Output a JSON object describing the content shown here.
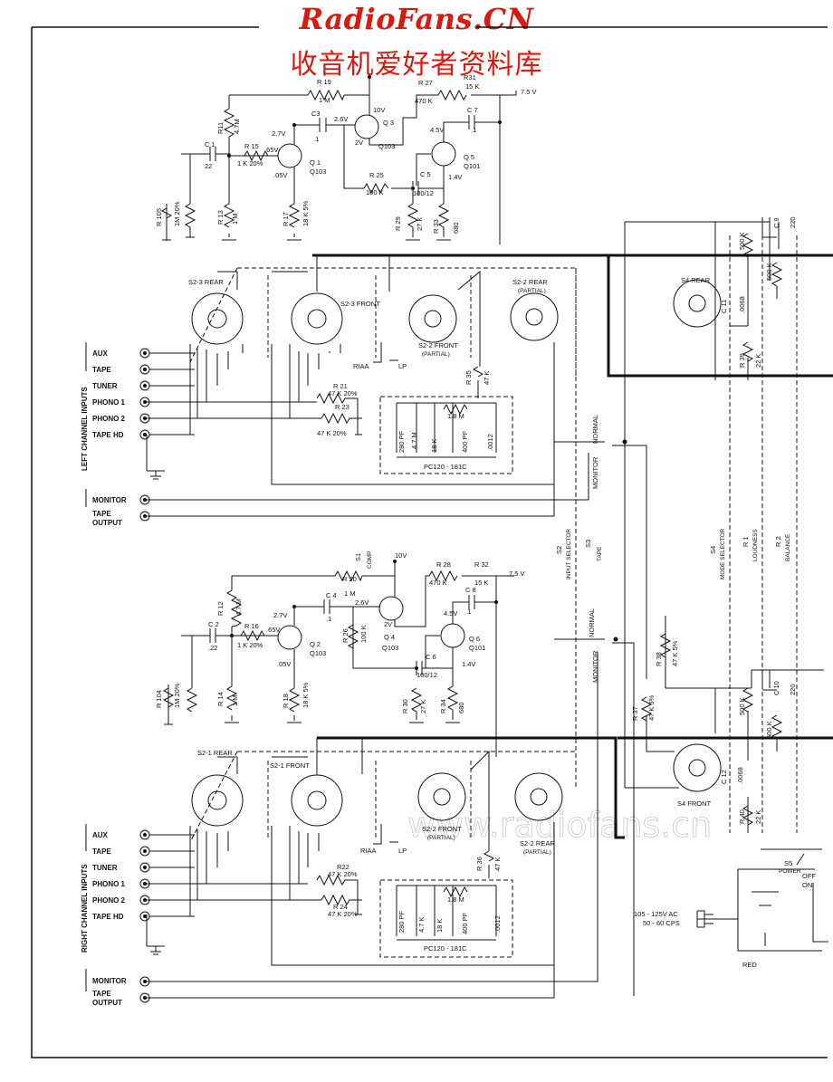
{
  "header": {
    "site": "RadioFans.CN",
    "subtitle": "收音机爱好者资料库"
  },
  "watermark": "www.radiofans.cn",
  "colors": {
    "header": "#d81b10",
    "ink": "#111111",
    "paper": "#ffffff"
  },
  "left_channel": {
    "group_label": "LEFT CHANNEL INPUTS",
    "inputs": [
      "AUX",
      "TAPE",
      "TUNER",
      "PHONO 1",
      "PHONO 2",
      "TAPE HD"
    ],
    "monitor": "MONITOR",
    "tape_output": [
      "TAPE",
      "OUTPUT"
    ],
    "labels": {
      "r19": "R 19",
      "r19v": "1 M",
      "r11": "R11",
      "r11v": "4.7M",
      "c1": "C 1",
      "c1v": "22",
      "c3": "C3",
      "c3v": ".1",
      "r15": "R 15",
      "r15v": "1 K 20%",
      "r13": "R 13",
      "r13v": "1 M",
      "r105": "R 105",
      "r105v": "1M 20%",
      "r17": "R 17",
      "r17v": "18 K 5%",
      "q1": "Q 1",
      "q1t": "Q103",
      "q3": "Q 3",
      "q3t": "Q103",
      "q5": "Q 5",
      "q5t": "Q101",
      "r25": "R 25",
      "r25v": "100 K",
      "r27": "R 27",
      "r27v": "470 K",
      "r31": "R31",
      "r31v": "15 K",
      "c7": "C 7",
      "c7v": ".1",
      "c5": "C 5",
      "c5v": "100/12",
      "r29": "R 29",
      "r29v": "27 K",
      "r33": "R 33",
      "r33v": "680",
      "v10": "10V",
      "v27": "2.7V",
      "v26": "2.6V",
      "v2": "2V",
      "v65": ".65V",
      "v05": ".05V",
      "v45": "4.5V",
      "v14": "1.4V",
      "v75": "7.5 V",
      "s2_3_rear": "S2-3 REAR",
      "s2_3_front": "S2-3 FRONT",
      "s2_2_front": "S2-2 FRONT",
      "partial": "(PARTIAL)",
      "s2_2_rear": "S2-2 REAR",
      "riaa": "RIAA",
      "lp": "LP",
      "r35": "R 35",
      "r35v": "47 K",
      "r21": "R 21",
      "r21v": "47 K 20%",
      "r23": "R 23",
      "r23v": "47 K 20%",
      "c280": "280 PF",
      "r47": "4.7 M",
      "r18": "18 K",
      "c400": "400 PF",
      "c0012": ".0012",
      "r1_8": "1.8 M",
      "pc": "PC120 - 181C",
      "normal": "NORMAL",
      "monitor_sw": "MONITOR"
    }
  },
  "right_channel": {
    "group_label": "RIGHT CHANNEL INPUTS",
    "inputs": [
      "AUX",
      "TAPE",
      "TUNER",
      "PHONO 1",
      "PHONO 2",
      "TAPE HD"
    ],
    "monitor": "MONITOR",
    "tape_output": [
      "TAPE",
      "OUTPUT"
    ],
    "labels": {
      "r20": "R 20",
      "r20v": "1 M",
      "r12": "R 12",
      "r12v": "4.7 M",
      "c2": "C 2",
      "c2v": ".22",
      "c4": "C 4",
      "c4v": ".1",
      "r16": "R 16",
      "r16v": "1 K 20%",
      "r14": "R 14",
      "r14v": "1 M",
      "r104": "R 104",
      "r104v": "1M 20%",
      "r18": "R 18",
      "r18v": "18 K 5%",
      "q2": "Q 2",
      "q2t": "Q103",
      "q4": "Q 4",
      "q4t": "Q103",
      "q6": "Q 6",
      "q6t": "Q101",
      "r26": "R 26",
      "r26v": "100 K",
      "r28": "R 28",
      "r28v": "470 K",
      "r32": "R 32",
      "r32v": "15 K",
      "c8": "C 8",
      "c8v": ".1",
      "c6": "C 6",
      "c6v": "100/12",
      "r30": "R 30",
      "r30v": "27 K",
      "r34": "R 34",
      "r34v": "680",
      "v10": "10V",
      "v27": "2.7V",
      "v26": "2.6V",
      "v2": "2V",
      "v65": ".65V",
      "v05": ".05V",
      "v45": "4.5V",
      "v14": "1.4V",
      "v75": "7.5 V",
      "s2_1_rear": "S2-1 REAR",
      "s2_1_front": "S2-1 FRONT",
      "s2_2_front": "S2-2 FRONT",
      "partial": "(PARTIAL)",
      "s2_2_rear": "S2-2 REAR",
      "riaa": "RIAA",
      "lp": "LP",
      "r36": "R 36",
      "r36v": "47 K",
      "r22": "R22",
      "r22v": "47 K 20%",
      "r24": "R 24",
      "r24v": "47 K 20%",
      "c280": "280 PF",
      "r47": "4.7 K",
      "r18k": "18 K",
      "c400": "400 PF",
      "c0012": ".0012",
      "r1_8": "1.8 M",
      "pc": "PC120 - 181C",
      "normal": "NORMAL",
      "monitor_sw": "MONITOR"
    }
  },
  "switches": {
    "s1": "S1",
    "s1n": "COMP",
    "s2": "S2",
    "s2n": "INPUT SELECTOR",
    "s3": "S3",
    "s3n": "TAPE",
    "s4": "S4",
    "s4n": "MODE SELECTOR",
    "r1": "R 1",
    "r1n": "LOUDNESS",
    "r2": "R 2",
    "r2n": "BALANCE",
    "s4_rear": "S4 REAR",
    "s4_front": "S4 FRONT",
    "s5": "S5",
    "s5n": "POWER",
    "off": "OFF",
    "on": "ON",
    "ac1": "105 - 125V AC",
    "ac2": "50 - 60 CPS",
    "red": "RED"
  },
  "right_side": {
    "c9": "C 9",
    "c9v": "220",
    "p500a": "500 K",
    "p500b": "500 K",
    "c11": "C 11",
    "c11v": ".0068",
    "r39": "R 39",
    "r39v": "22 K",
    "c10": "C 10",
    "c10v": "220",
    "p500c": "500 K",
    "p500d": "500 K",
    "c12": "C 12",
    "c12v": ".0068",
    "r40": "R 40",
    "r40v": "22 K",
    "r37": "R 37",
    "r37v": "47 K 5%",
    "r38": "R 38",
    "r38v": "47 K 5%"
  }
}
